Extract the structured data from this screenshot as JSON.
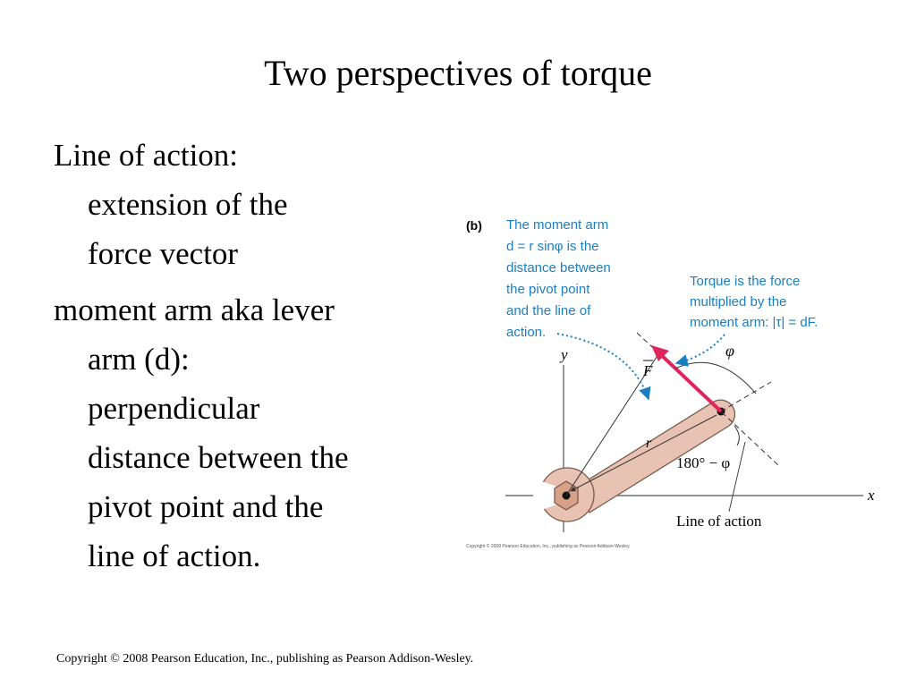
{
  "slide": {
    "title": "Two perspectives of torque",
    "bullets": [
      {
        "lines": [
          "Line of action:",
          "extension of the",
          "force vector"
        ]
      },
      {
        "lines": [
          "moment arm aka lever",
          "arm (d):",
          "perpendicular",
          "distance between the",
          "pivot point and the",
          "line of action."
        ]
      }
    ],
    "footer": "Copyright © 2008 Pearson Education, Inc.,  publishing as Pearson Addison-Wesley."
  },
  "figure": {
    "panel_label": "(b)",
    "moment_arm_note": [
      "The moment arm",
      "d = r sinφ is the",
      "distance between",
      "the pivot point",
      "and the line of",
      "action."
    ],
    "torque_note": [
      "Torque is the force",
      "multiplied by the",
      "moment arm: |τ| = dF."
    ],
    "axis_x": "x",
    "axis_y": "y",
    "force_label": "F",
    "radius_label": "r",
    "phi_label": "φ",
    "supplement_label": "180° − φ",
    "line_of_action_label": "Line of action",
    "credit": "Copyright © 2008 Pearson Education, Inc., publishing as Pearson Addison-Wesley.",
    "colors": {
      "note_text": "#1a7fc1",
      "force_arrow": "#e0245e",
      "wrench_fill": "#e8c2b2",
      "wrench_stroke": "#7a5a4c"
    }
  }
}
